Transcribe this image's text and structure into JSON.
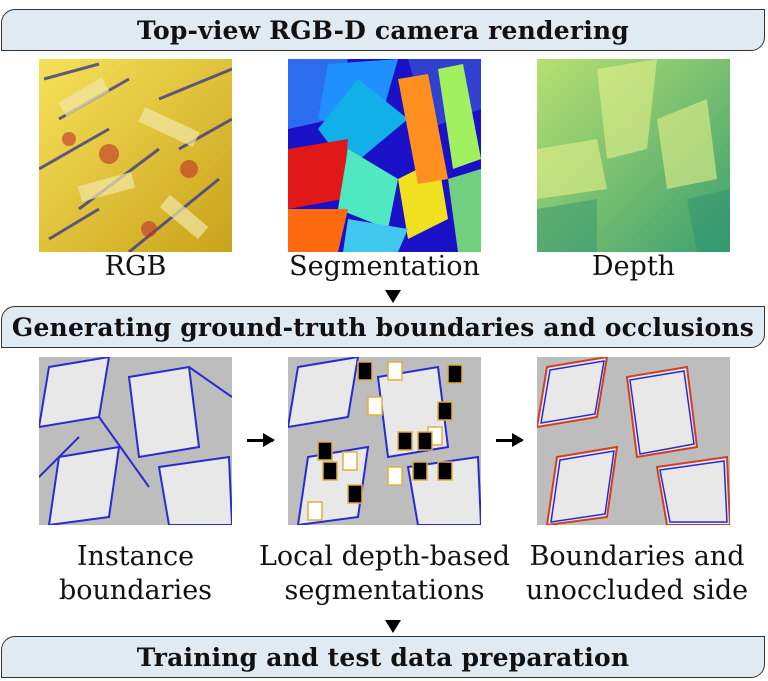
{
  "stages": [
    {
      "title": "Top-view RGB-D camera rendering"
    },
    {
      "title": "Generating ground-truth boundaries and occlusions"
    },
    {
      "title": "Training and test data preparation"
    }
  ],
  "row1": {
    "captions": [
      "RGB",
      "Segmentation",
      "Depth"
    ]
  },
  "row2": {
    "captions": [
      [
        "Instance",
        "boundaries"
      ],
      [
        "Local depth-based",
        "segmentations"
      ],
      [
        "Boundaries and",
        "unoccluded side"
      ]
    ]
  },
  "colors": {
    "banner_fill": "#dfeaf3",
    "rgb_yellow": "#f2d22a",
    "boundary_blue": "#2a2ad0",
    "occlusion_red": "#d0401e",
    "patch_border": "#e0b040"
  }
}
